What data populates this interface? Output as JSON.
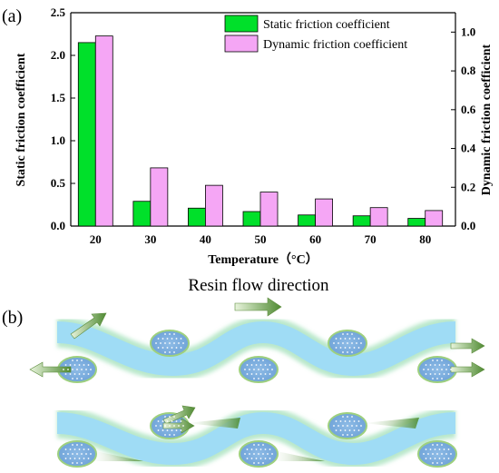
{
  "panel_a_label": "(a)",
  "panel_b_label": "(b)",
  "chart_data": {
    "type": "bar",
    "xlabel": "Temperature（°C）",
    "ylabel_left": "Static friction coefficient",
    "ylabel_right": "Dynamic friction coefficient",
    "categories": [
      "20",
      "30",
      "40",
      "50",
      "60",
      "70",
      "80"
    ],
    "ylim_left": [
      0,
      2.5
    ],
    "ylim_right": [
      0,
      1.1
    ],
    "yticks_left": [
      "0.0",
      "0.5",
      "1.0",
      "1.5",
      "2.0",
      "2.5"
    ],
    "yticks_right": [
      "0.0",
      "0.2",
      "0.4",
      "0.6",
      "0.8",
      "1.0"
    ],
    "legend_position": "top-right",
    "series": [
      {
        "name": "Static friction coefficient",
        "axis": "left",
        "color": "#00e02a",
        "values": [
          2.15,
          0.29,
          0.21,
          0.17,
          0.13,
          0.12,
          0.09
        ]
      },
      {
        "name": "Dynamic friction coefficient",
        "axis": "right",
        "color": "#f5a6f5",
        "values": [
          0.98,
          0.3,
          0.21,
          0.175,
          0.14,
          0.095,
          0.08
        ]
      }
    ]
  },
  "diagram": {
    "title": "Resin flow direction",
    "fiber_color": "#9fdcf5",
    "arrow_color": "#6a9a4a"
  }
}
